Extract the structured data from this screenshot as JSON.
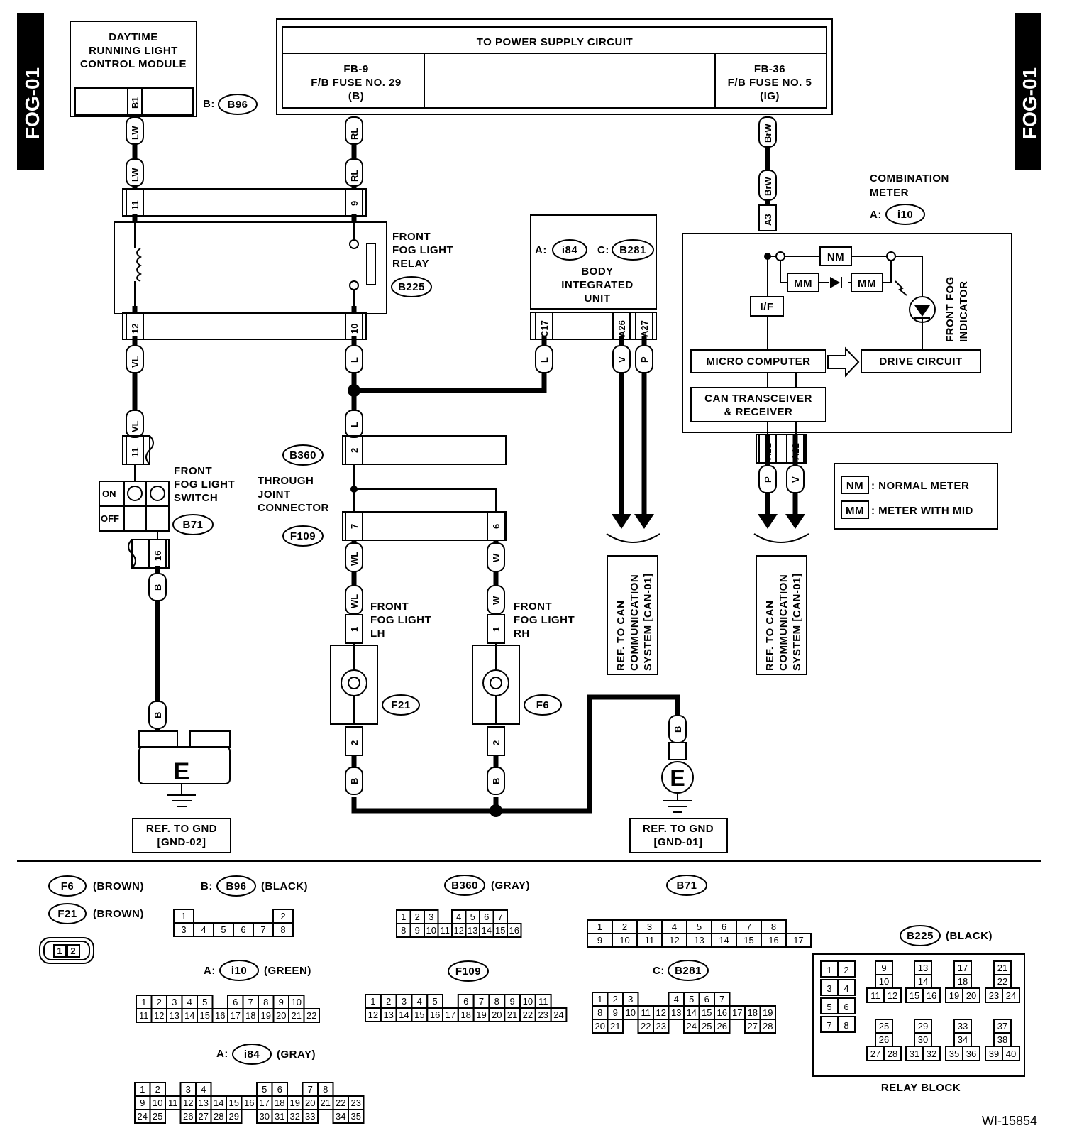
{
  "page_code": "FOG-01",
  "figure_id": "WI-15854",
  "power": {
    "title": "TO POWER SUPPLY CIRCUIT",
    "fuse1": [
      "FB-9",
      "F/B FUSE NO. 29",
      "(B)"
    ],
    "fuse2": [
      "FB-36",
      "F/B FUSE NO. 5",
      "(IG)"
    ]
  },
  "drl": {
    "lines": [
      "DAYTIME",
      "RUNNING LIGHT",
      "CONTROL MODULE"
    ],
    "pin": "B1",
    "conn_prefix": "B:",
    "conn": "B96"
  },
  "relay": {
    "lines": [
      "FRONT",
      "FOG LIGHT",
      "RELAY"
    ],
    "conn": "B225",
    "pins": [
      "11",
      "9",
      "12",
      "10"
    ]
  },
  "biu": {
    "lines": [
      "BODY",
      "INTEGRATED",
      "UNIT"
    ],
    "conn_a_prefix": "A:",
    "conn_a": "i84",
    "conn_c_prefix": "C:",
    "conn_c": "B281",
    "pins": [
      "C17",
      "A26",
      "A27"
    ]
  },
  "meter": {
    "lines": [
      "COMBINATION",
      "METER"
    ],
    "conn_prefix": "A:",
    "conn": "i10",
    "pin_in": "A3",
    "pins_out": [
      "A21",
      "A22"
    ],
    "nm": "NM",
    "mm": "MM",
    "if": "I/F",
    "micro": "MICRO COMPUTER",
    "drive": "DRIVE CIRCUIT",
    "can": [
      "CAN TRANSCEIVER",
      "& RECEIVER"
    ],
    "indicator": [
      "FRONT FOG",
      "INDICATOR"
    ]
  },
  "legend": {
    "nm": "NM",
    "nm_text": ": NORMAL METER",
    "mm": "MM",
    "mm_text": ": METER WITH MID"
  },
  "switch": {
    "lines": [
      "FRONT",
      "FOG LIGHT",
      "SWITCH"
    ],
    "conn": "B71",
    "on": "ON",
    "off": "OFF",
    "pins": [
      "11",
      "16"
    ]
  },
  "joint": {
    "conn1": "B360",
    "conn2": "F109",
    "lines": [
      "THROUGH",
      "JOINT",
      "CONNECTOR"
    ],
    "pins": [
      "2",
      "7",
      "6"
    ]
  },
  "fog_lh": {
    "lines": [
      "FRONT",
      "FOG LIGHT",
      "LH"
    ],
    "conn": "F21",
    "pins": [
      "1",
      "2"
    ]
  },
  "fog_rh": {
    "lines": [
      "FRONT",
      "FOG LIGHT",
      "RH"
    ],
    "conn": "F6",
    "pins": [
      "1",
      "2"
    ]
  },
  "ground": {
    "e": "E",
    "ref1": [
      "REF. TO GND",
      "[GND-02]"
    ],
    "ref2": [
      "REF. TO GND",
      "[GND-01]"
    ]
  },
  "can_ref": [
    "REF. TO CAN",
    "COMMUNICATION",
    "SYSTEM [CAN-01]"
  ],
  "wires": {
    "lw": "LW",
    "rl": "RL",
    "brw": "BrW",
    "vl": "VL",
    "l": "L",
    "v": "V",
    "p": "P",
    "wl": "WL",
    "w": "W",
    "b": "B"
  },
  "connectors_bottom": {
    "f6": {
      "name": "F6",
      "color": "(BROWN)"
    },
    "f21": {
      "name": "F21",
      "color": "(BROWN)",
      "pins": [
        "1",
        "2"
      ]
    },
    "b96": {
      "prefix": "B:",
      "name": "B96",
      "color": "(BLACK)",
      "row1": [
        "1",
        "",
        "",
        "",
        "",
        "2"
      ],
      "row2": [
        "3",
        "4",
        "5",
        "6",
        "7",
        "8"
      ]
    },
    "b360": {
      "name": "B360",
      "color": "(GRAY)",
      "row1": [
        "1",
        "2",
        "3",
        "",
        "4",
        "5",
        "6",
        "7"
      ],
      "row2": [
        "8",
        "9",
        "10",
        "11",
        "12",
        "13",
        "14",
        "15",
        "16"
      ]
    },
    "b71": {
      "name": "B71",
      "row1": [
        "1",
        "2",
        "3",
        "4",
        "5",
        "6",
        "7",
        "8"
      ],
      "row2": [
        "9",
        "10",
        "11",
        "12",
        "13",
        "14",
        "15",
        "16",
        "17"
      ]
    },
    "b225": {
      "name": "B225",
      "color": "(BLACK)",
      "caption": "RELAY BLOCK"
    },
    "i10": {
      "prefix": "A:",
      "name": "i10",
      "color": "(GREEN)",
      "row1": [
        "1",
        "2",
        "3",
        "4",
        "5",
        "",
        "6",
        "7",
        "8",
        "9",
        "10"
      ],
      "row2": [
        "11",
        "12",
        "13",
        "14",
        "15",
        "16",
        "17",
        "18",
        "19",
        "20",
        "21",
        "22"
      ]
    },
    "f109": {
      "name": "F109",
      "row1": [
        "1",
        "2",
        "3",
        "4",
        "5",
        "",
        "6",
        "7",
        "8",
        "9",
        "10",
        "11"
      ],
      "row2": [
        "12",
        "13",
        "14",
        "15",
        "16",
        "17",
        "18",
        "19",
        "20",
        "21",
        "22",
        "23",
        "24"
      ]
    },
    "b281": {
      "prefix": "C:",
      "name": "B281",
      "row1": [
        "1",
        "2",
        "3",
        "",
        "",
        "4",
        "5",
        "6",
        "7"
      ],
      "row2": [
        "8",
        "9",
        "10",
        "11",
        "12",
        "13",
        "14",
        "15",
        "16",
        "17",
        "18",
        "19"
      ],
      "row3": [
        "20",
        "21",
        "",
        "22",
        "23",
        "",
        "24",
        "25",
        "26",
        "",
        "27",
        "28"
      ]
    },
    "i84": {
      "prefix": "A:",
      "name": "i84",
      "color": "(GRAY)",
      "row1": [
        "1",
        "2",
        "",
        "3",
        "4",
        "",
        "",
        "",
        "5",
        "6",
        "",
        "7",
        "8"
      ],
      "row2": [
        "9",
        "10",
        "11",
        "12",
        "13",
        "14",
        "15",
        "16",
        "17",
        "18",
        "19",
        "20",
        "21",
        "22",
        "23"
      ],
      "row3": [
        "24",
        "25",
        "",
        "26",
        "27",
        "28",
        "29",
        "",
        "30",
        "31",
        "32",
        "33",
        "",
        "34",
        "35"
      ]
    }
  }
}
